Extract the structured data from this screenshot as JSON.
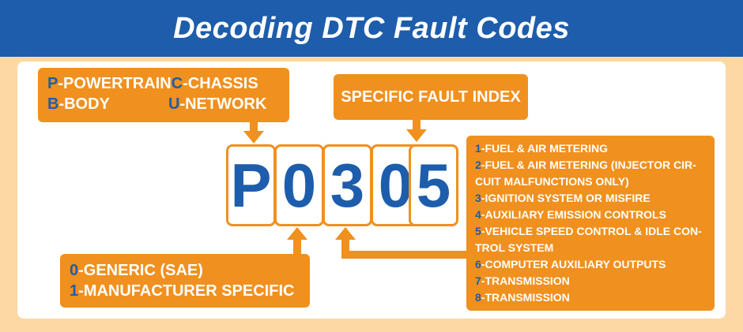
{
  "header": {
    "title": "Decoding DTC Fault Codes"
  },
  "category_box": {
    "rows": [
      [
        {
          "code": "P",
          "label": "-POWERTRAIN"
        },
        {
          "code": "C",
          "label": "-CHASSIS"
        }
      ],
      [
        {
          "code": "B",
          "label": "-BODY"
        },
        {
          "code": "U",
          "label": "-NETWORK"
        }
      ]
    ]
  },
  "index_box": {
    "label": "SPECIFIC FAULT INDEX"
  },
  "code_digits": [
    "P",
    "0",
    "3",
    "0",
    "5"
  ],
  "generic_box": {
    "items": [
      {
        "code": "0",
        "label": "-GENERIC (SAE)"
      },
      {
        "code": "1",
        "label": "-MANUFACTURER SPECIFIC"
      }
    ]
  },
  "subsystem_box": {
    "items": [
      {
        "code": "1",
        "lines": [
          "-FUEL & AIR METERING"
        ]
      },
      {
        "code": "2",
        "lines": [
          "-FUEL & AIR METERING (INJECTOR CIR-",
          "CUIT MALFUNCTIONS ONLY)"
        ]
      },
      {
        "code": "3",
        "lines": [
          "-IGNITION SYSTEM OR MISFIRE"
        ]
      },
      {
        "code": "4",
        "lines": [
          "-AUXILIARY EMISSION CONTROLS"
        ]
      },
      {
        "code": "5",
        "lines": [
          "-VEHICLE SPEED CONTROL & IDLE CON-",
          "TROL SYSTEM"
        ]
      },
      {
        "code": "6",
        "lines": [
          "-COMPUTER AUXILIARY OUTPUTS"
        ]
      },
      {
        "code": "7",
        "lines": [
          "-TRANSMISSION"
        ]
      },
      {
        "code": "8",
        "lines": [
          "-TRANSMISSION"
        ]
      }
    ]
  },
  "colors": {
    "header_blue": "#1d5dab",
    "accent_orange": "#f0901e",
    "background_peach": "#fdd7a4",
    "code_blue": "#1d5dab"
  }
}
